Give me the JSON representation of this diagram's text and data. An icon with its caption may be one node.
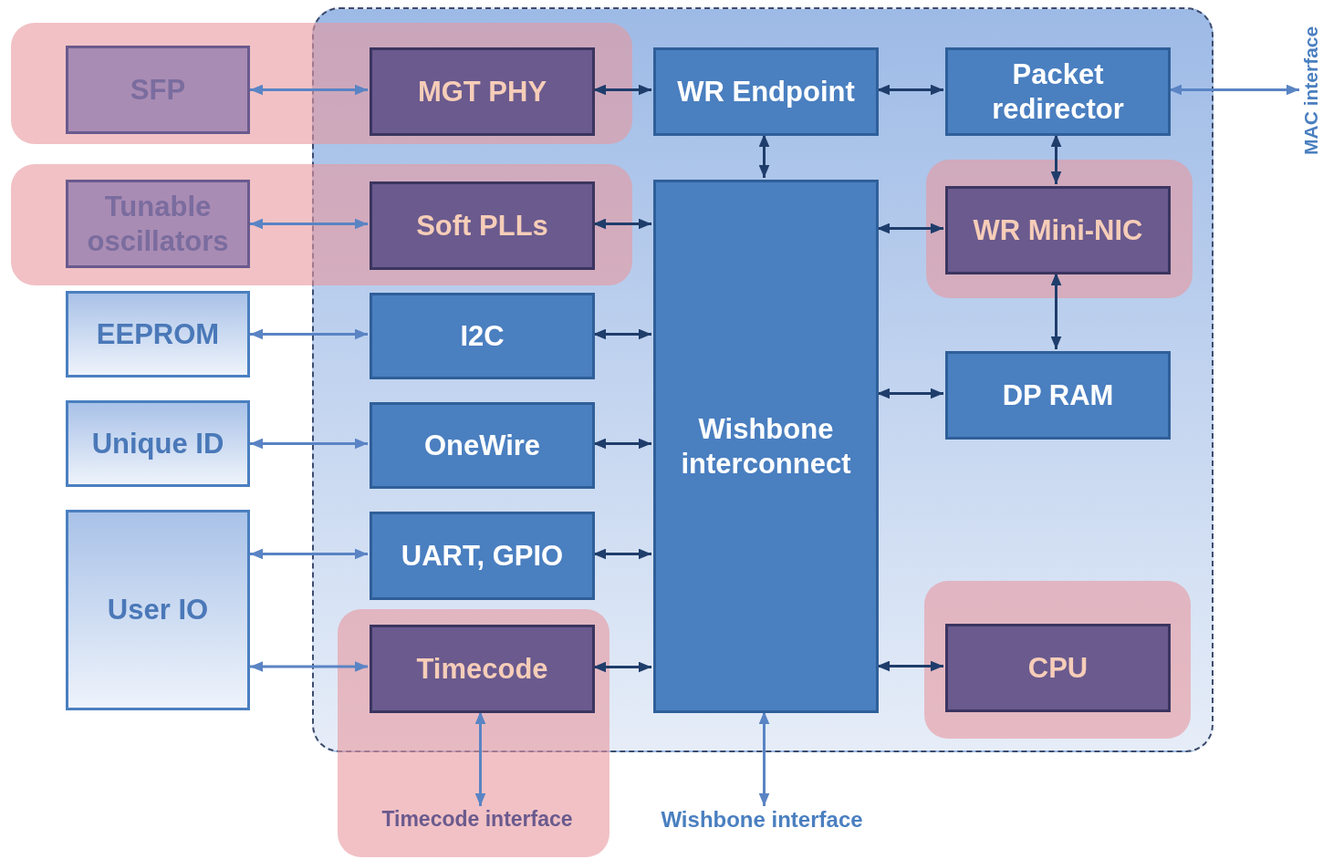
{
  "diagram": {
    "nodes": [
      {
        "text": [],
        "shape": "box"
      },
      {
        "text": [
          "SFP"
        ]
      },
      {
        "text": [
          "MGT PHY"
        ],
        "in": 0
      },
      {
        "text": [
          "WR Endpoint"
        ],
        "in": 0
      },
      {
        "text": [
          "Packet redirector"
        ],
        "in": 0
      },
      {
        "text": [
          "MAC interface"
        ]
      },
      {
        "text": [
          "Tunable oscillators"
        ]
      },
      {
        "text": [
          "Soft PLLs"
        ],
        "in": 0
      },
      {
        "text": [
          "Wishbone interconnect"
        ],
        "in": 0
      },
      {
        "text": [
          "WR Mini-NIC"
        ],
        "in": 0
      },
      {
        "text": [
          "EEPROM"
        ]
      },
      {
        "text": [
          "I2C"
        ],
        "in": 0
      },
      {
        "text": [
          "DP RAM"
        ],
        "in": 0
      },
      {
        "text": [
          "Unique ID"
        ]
      },
      {
        "text": [
          "OneWire"
        ],
        "in": 0
      },
      {
        "text": [
          "User IO"
        ]
      },
      {
        "text": [
          "UART, GPIO"
        ],
        "in": 0
      },
      {
        "text": [
          "Timecode"
        ],
        "in": 0
      },
      {
        "text": [
          "CPU"
        ],
        "in": 0
      },
      {
        "text": [
          "Timecode interface"
        ]
      },
      {
        "text": [
          "Wishbone interface"
        ]
      }
    ],
    "edges": [
      {
        "from": 1,
        "to": 2,
        "arrow": "both",
        "color": "#5a84c4"
      },
      {
        "from": 2,
        "to": 3,
        "arrow": "both"
      },
      {
        "from": 3,
        "to": 4,
        "arrow": "both"
      },
      {
        "from": 4,
        "to": 5,
        "arrow": "both",
        "color": "#5a84c4"
      },
      {
        "from": 3,
        "to": 8,
        "arrow": "both"
      },
      {
        "from": 4,
        "to": 9,
        "arrow": "both"
      },
      {
        "from": 6,
        "to": 7,
        "arrow": "both",
        "color": "#5a84c4"
      },
      {
        "from": 7,
        "to": 8,
        "arrow": "both"
      },
      {
        "from": 8,
        "to": 9,
        "arrow": "both"
      },
      {
        "from": 9,
        "to": 12,
        "arrow": "both"
      },
      {
        "from": 10,
        "to": 11,
        "arrow": "both",
        "color": "#5a84c4"
      },
      {
        "from": 11,
        "to": 8,
        "arrow": "both"
      },
      {
        "from": 8,
        "to": 12,
        "arrow": "both"
      },
      {
        "from": 13,
        "to": 14,
        "arrow": "both",
        "color": "#5a84c4"
      },
      {
        "from": 14,
        "to": 8,
        "arrow": "both"
      },
      {
        "from": 15,
        "to": 16,
        "arrow": "both",
        "color": "#5a84c4"
      },
      {
        "from": 16,
        "to": 8,
        "arrow": "both"
      },
      {
        "from": 15,
        "to": 17,
        "arrow": "both",
        "color": "#5a84c4"
      },
      {
        "from": 17,
        "to": 8,
        "arrow": "both"
      },
      {
        "from": 8,
        "to": 18,
        "arrow": "both"
      },
      {
        "from": 17,
        "to": 19,
        "arrow": "both",
        "color": "#5a84c4"
      },
      {
        "from": 8,
        "to": 20,
        "arrow": "both",
        "color": "#5a84c4"
      }
    ]
  }
}
